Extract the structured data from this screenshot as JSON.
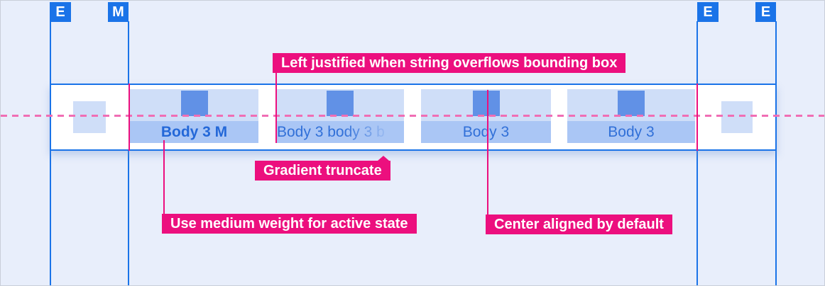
{
  "diagram": {
    "type": "tab-bar design spec",
    "markers": [
      {
        "label": "E"
      },
      {
        "label": "M"
      },
      {
        "label": "E"
      },
      {
        "label": "E"
      }
    ],
    "tabs": [
      {
        "label": "Body 3 M",
        "state": "active",
        "weight": "medium",
        "align": "center"
      },
      {
        "label": "Body 3 body 3 b",
        "state": "default",
        "truncation": "gradient",
        "align": "left"
      },
      {
        "label": "Body 3",
        "state": "default",
        "align": "center"
      },
      {
        "label": "Body 3",
        "state": "default",
        "align": "center"
      }
    ],
    "annotations": {
      "left_justified": "Left justified when string overflows bounding box",
      "gradient_truncate": "Gradient truncate",
      "medium_weight": "Use medium weight for active state",
      "center_aligned": "Center aligned by default"
    },
    "colors": {
      "background": "#e8eefb",
      "gridline_blue": "#1a73e8",
      "marker_blue": "#1a73e8",
      "band_white": "#ffffff",
      "tab_pad_blue": "#cfdef8",
      "tab_strip_blue": "#aac6f5",
      "tab_square_blue": "#6191e6",
      "tab_text_blue": "#3170d8",
      "annotation_magenta": "#ec0f7e",
      "dashed_pink": "#f06eb4"
    }
  }
}
